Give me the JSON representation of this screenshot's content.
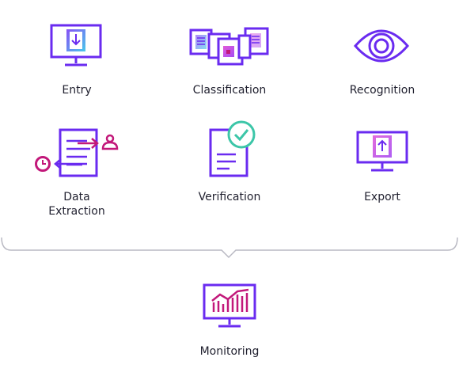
{
  "steps": {
    "entry": "Entry",
    "classification": "Classification",
    "recognition": "Recognition",
    "data_extraction": [
      "Data",
      "Extraction"
    ],
    "verification": "Verification",
    "export": "Export",
    "monitoring": "Monitoring"
  },
  "colors": {
    "purple": "#6a2bf0",
    "magenta": "#c2187a",
    "teal": "#3cc6a8",
    "text": "#1f1f2e",
    "bracket": "#b9b9c3"
  }
}
